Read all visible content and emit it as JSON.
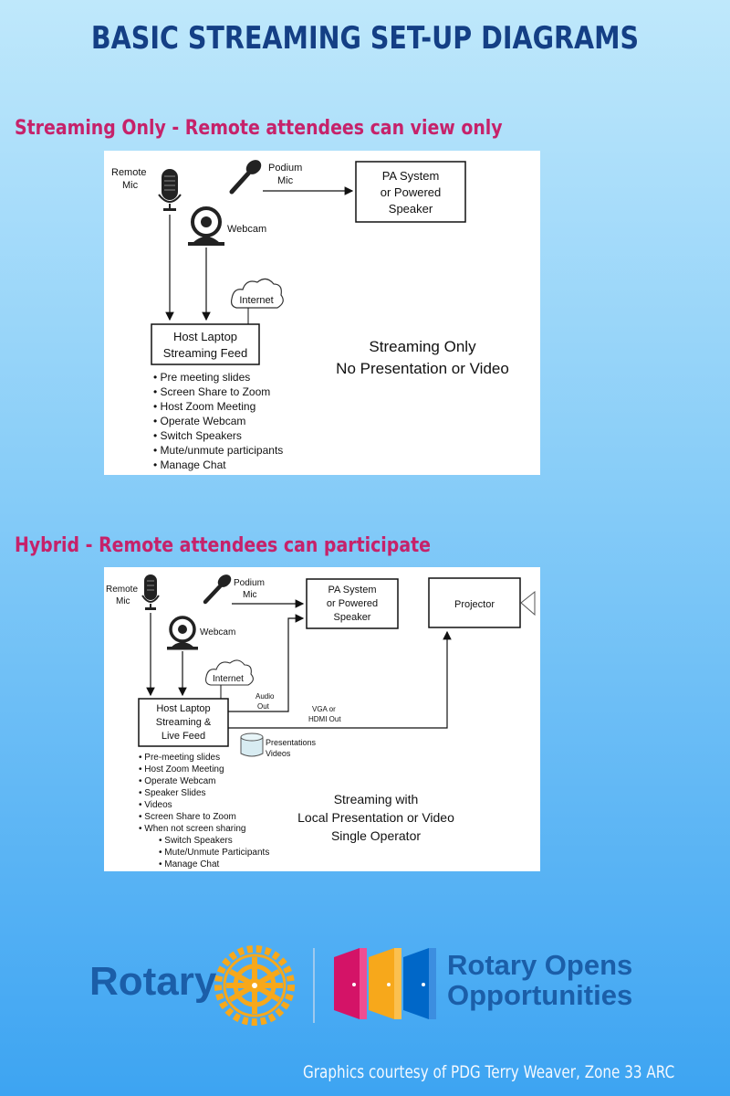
{
  "page": {
    "title": "BASIC STREAMING SET-UP DIAGRAMS",
    "credit": "Graphics courtesy of PDG Terry Weaver, Zone 33 ARC"
  },
  "section1": {
    "heading": "Streaming Only - Remote attendees can view only",
    "remote_mic_1": "Remote",
    "remote_mic_2": "Mic",
    "podium_mic_1": "Podium",
    "podium_mic_2": "Mic",
    "webcam": "Webcam",
    "pa_1": "PA System",
    "pa_2": "or Powered",
    "pa_3": "Speaker",
    "internet": "Internet",
    "laptop_1": "Host Laptop",
    "laptop_2": "Streaming Feed",
    "tasks": [
      "Pre meeting slides",
      "Screen Share to Zoom",
      "Host Zoom Meeting",
      "Operate Webcam",
      "Switch Speakers",
      "Mute/unmute participants",
      "Manage Chat"
    ],
    "caption_1": "Streaming Only",
    "caption_2": "No Presentation or Video"
  },
  "section2": {
    "heading": "Hybrid - Remote attendees can participate",
    "remote_mic_1": "Remote",
    "remote_mic_2": "Mic",
    "podium_mic_1": "Podium",
    "podium_mic_2": "Mic",
    "webcam": "Webcam",
    "pa_1": "PA System",
    "pa_2": "or Powered",
    "pa_3": "Speaker",
    "projector": "Projector",
    "internet": "Internet",
    "laptop_1": "Host Laptop",
    "laptop_2": "Streaming &",
    "laptop_3": "Live Feed",
    "audio_out_1": "Audio",
    "audio_out_2": "Out",
    "vga_1": "VGA or",
    "vga_2": "HDMI Out",
    "presentations_1": "Presentations",
    "presentations_2": "Videos",
    "tasks": [
      "Pre-meeting slides",
      "Host Zoom Meeting",
      "Operate Webcam",
      "Speaker Slides",
      "Videos",
      "Screen Share to Zoom",
      "When not screen sharing"
    ],
    "subtasks": [
      "Switch Speakers",
      "Mute/Unmute Participants",
      "Manage Chat"
    ],
    "caption_1": "Streaming with",
    "caption_2": "Local Presentation or Video",
    "caption_3": "Single Operator"
  },
  "branding": {
    "rotary": "Rotary",
    "roo_line1": "Rotary Opens",
    "roo_line2": "Opportunities",
    "colors": {
      "rotary_blue": "#1b5ea8",
      "rotary_gold": "#f7a81b",
      "door_magenta": "#d41367",
      "door_orange": "#f7a81b",
      "door_blue": "#0067c8"
    }
  }
}
